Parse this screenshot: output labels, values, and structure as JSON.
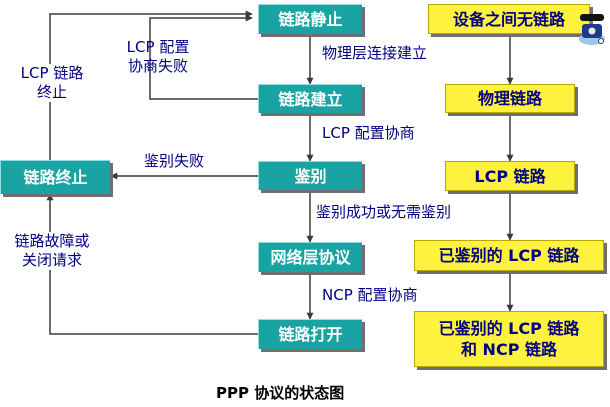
{
  "states": {
    "link_dead": "链路静止",
    "link_establish": "链路建立",
    "authenticate": "鉴别",
    "network_protocol": "网络层协议",
    "link_open": "链路打开",
    "link_terminate": "链路终止"
  },
  "right_column": {
    "no_link": "设备之间无链路",
    "physical_link": "物理链路",
    "lcp_link": "LCP 链路",
    "auth_lcp_link": "已鉴别的 LCP 链路",
    "auth_lcp_ncp_line1": "已鉴别的 LCP 链路",
    "auth_lcp_ncp_line2": "和 NCP 链路"
  },
  "transitions": {
    "physical_connect": "物理层连接建立",
    "lcp_negotiate": "LCP 配置协商",
    "auth_fail": "鉴别失败",
    "auth_ok": "鉴别成功或无需鉴别",
    "ncp_negotiate": "NCP 配置协商",
    "lcp_fail_line1": "LCP 配置",
    "lcp_fail_line2": "协商失败",
    "lcp_terminate_line1": "LCP 链路",
    "lcp_terminate_line2": "终止",
    "fault_line1": "链路故障或",
    "fault_line2": "关闭请求"
  },
  "caption": "PPP 协议的状态图",
  "colors": {
    "state_fill": "#1aa3a3",
    "state_text": "#ffffff",
    "status_fill": "#fff23c",
    "label_text": "#000080",
    "arrow": "#3a3a3a"
  },
  "corner_icon": "telephone-icon"
}
